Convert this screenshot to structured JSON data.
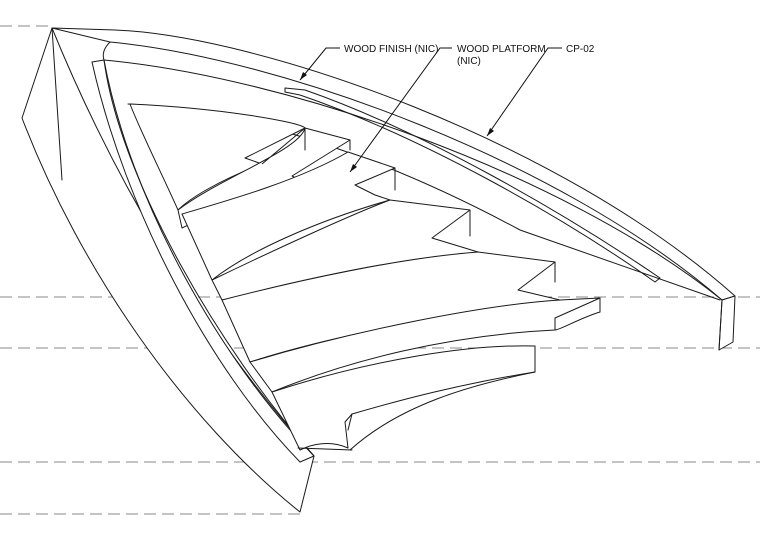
{
  "callouts": [
    {
      "lines": [
        "WOOD FINISH (NIC)"
      ]
    },
    {
      "lines": [
        "WOOD PLATFORM",
        "(NIC)"
      ]
    },
    {
      "lines": [
        "CP-02"
      ]
    }
  ],
  "colors": {
    "line": "#1a1a1a",
    "reference": "#8a8a8a",
    "background": "#ffffff"
  }
}
